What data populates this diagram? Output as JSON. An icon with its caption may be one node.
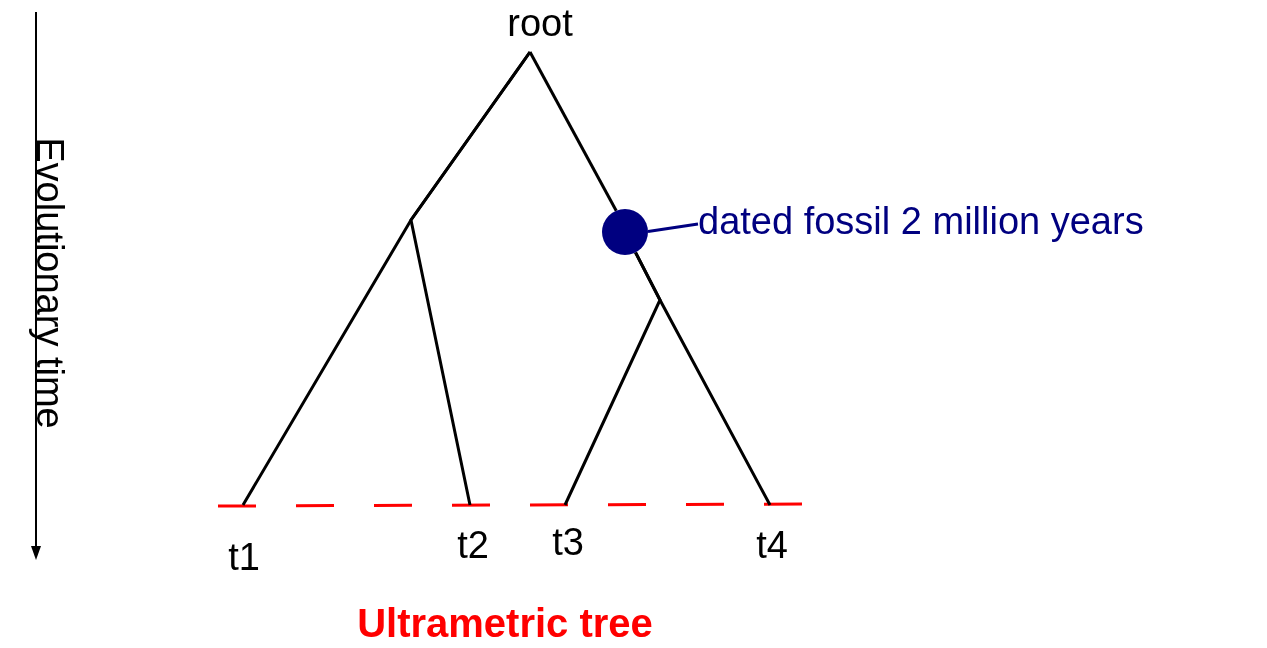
{
  "diagram": {
    "caption": "Ultrametric tree",
    "nodes": [
      {
        "text": [
          "root"
        ]
      },
      {
        "text": [],
        "shape": "circle"
      },
      {
        "text": [
          "dated fossil 2 million years"
        ]
      },
      {
        "text": [
          "t1"
        ]
      },
      {
        "text": [
          "t2"
        ]
      },
      {
        "text": [
          "t3"
        ]
      },
      {
        "text": [
          "t4"
        ]
      }
    ],
    "edges": [
      {
        "from": 0,
        "to": 3,
        "arrow": "none"
      },
      {
        "from": 0,
        "to": 4,
        "arrow": "none"
      },
      {
        "from": 0,
        "to": 1,
        "arrow": "none"
      },
      {
        "from": 1,
        "to": 5,
        "arrow": "none"
      },
      {
        "from": 1,
        "to": 6,
        "arrow": "none"
      },
      {
        "from": 2,
        "to": 1,
        "arrow": "none",
        "color": "#000080"
      }
    ],
    "labels": [
      "Evolutionary time"
    ]
  }
}
